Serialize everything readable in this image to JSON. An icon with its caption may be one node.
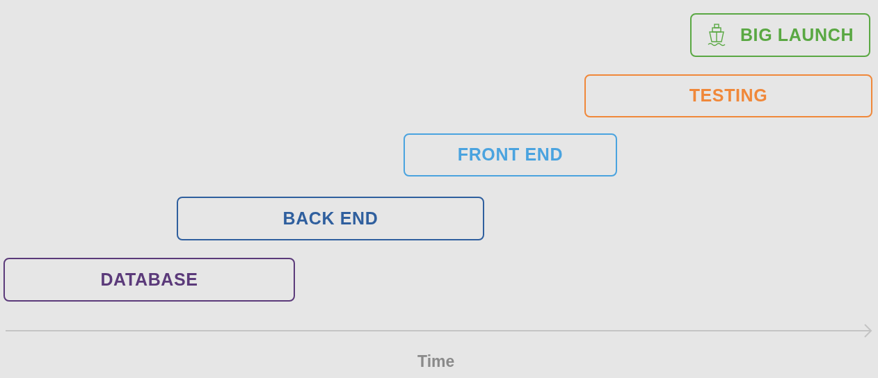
{
  "diagram": {
    "nodes": [
      {
        "text": [
          "DATABASE"
        ]
      },
      {
        "text": [
          "BACK END"
        ]
      },
      {
        "text": [
          "FRONT END"
        ]
      },
      {
        "text": [
          "TESTING"
        ]
      },
      {
        "text": [
          "BIG LAUNCH"
        ]
      }
    ],
    "edges": [],
    "labels": [
      "Time"
    ]
  }
}
